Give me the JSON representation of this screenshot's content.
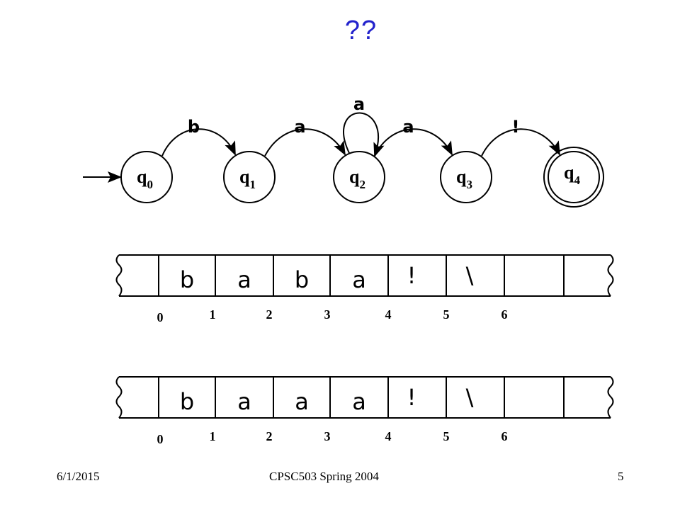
{
  "title": "??",
  "fsa": {
    "states": [
      {
        "id": "q0",
        "base": "q",
        "sub": "0",
        "final": false
      },
      {
        "id": "q1",
        "base": "q",
        "sub": "1",
        "final": false
      },
      {
        "id": "q2",
        "base": "q",
        "sub": "2",
        "final": false
      },
      {
        "id": "q3",
        "base": "q",
        "sub": "3",
        "final": false
      },
      {
        "id": "q4",
        "base": "q",
        "sub": "4",
        "final": true
      }
    ],
    "transitions": [
      {
        "from": "q0",
        "to": "q1",
        "label": "b"
      },
      {
        "from": "q1",
        "to": "q2",
        "label": "a"
      },
      {
        "from": "q2",
        "to": "q2",
        "label": "a"
      },
      {
        "from": "q2",
        "to": "q3",
        "label": "a"
      },
      {
        "from": "q3",
        "to": "q4",
        "label": "!"
      }
    ]
  },
  "tapes": [
    {
      "cells": [
        "b",
        "a",
        "b",
        "a",
        "!",
        "\\",
        "",
        ""
      ],
      "indices": [
        "0",
        "1",
        "2",
        "3",
        "4",
        "5",
        "6"
      ]
    },
    {
      "cells": [
        "b",
        "a",
        "a",
        "a",
        "!",
        "\\",
        "",
        ""
      ],
      "indices": [
        "0",
        "1",
        "2",
        "3",
        "4",
        "5",
        "6"
      ]
    }
  ],
  "footer": {
    "date": "6/1/2015",
    "course": "CPSC503 Spring 2004",
    "page": "5"
  }
}
